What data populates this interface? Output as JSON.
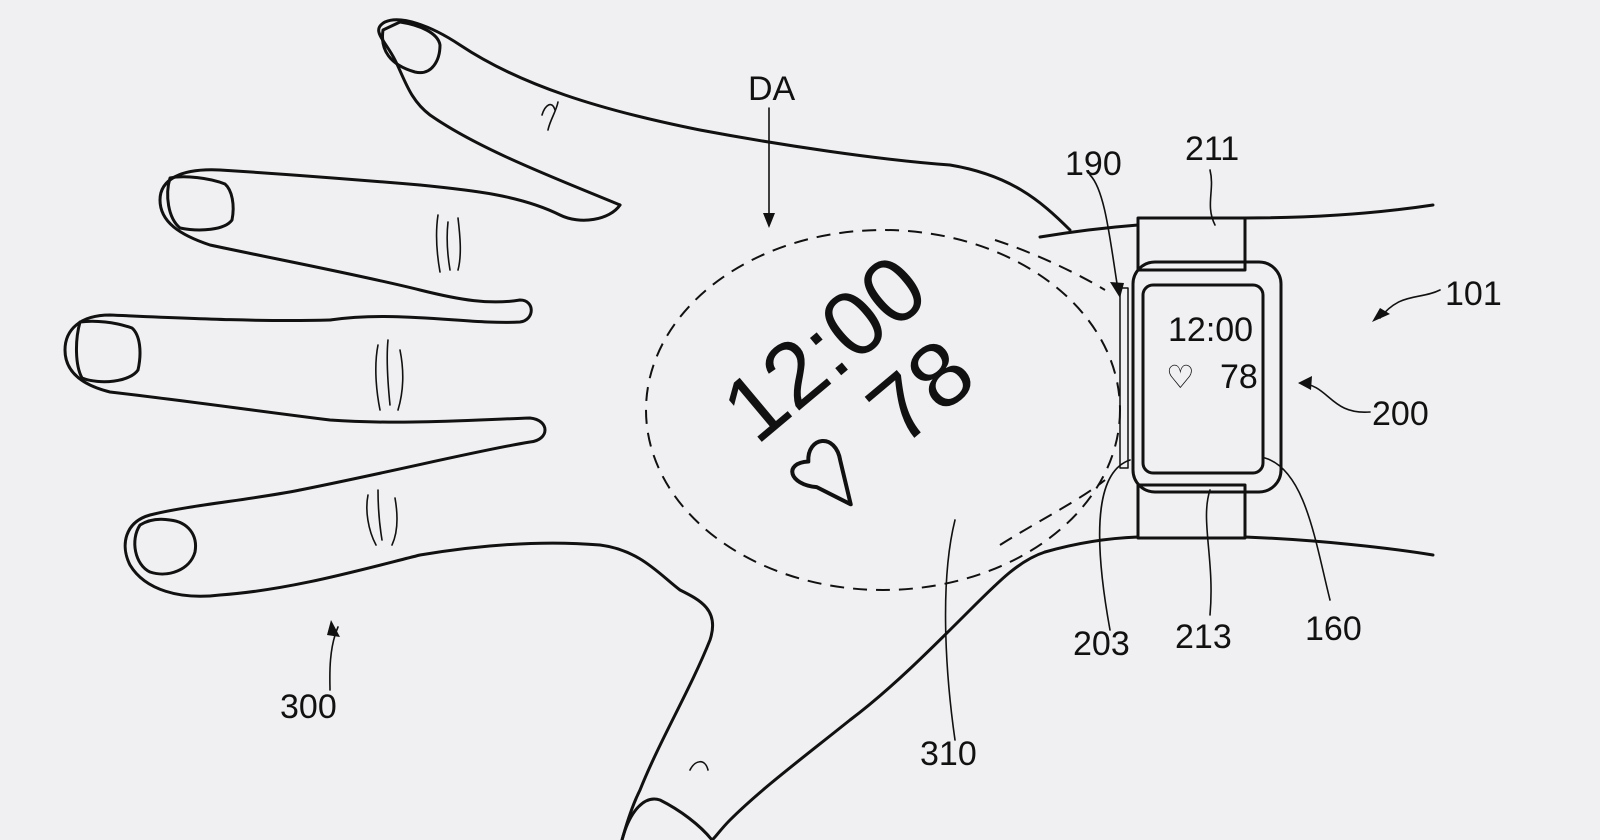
{
  "figure": {
    "background": "#f0f0f2",
    "ink": "#111111",
    "labels": {
      "display_area": "DA",
      "projector": "190",
      "upper_strap": "211",
      "device": "101",
      "body": "200",
      "side_window": "203",
      "lower_strap": "213",
      "watch_display": "160",
      "hand": "300",
      "projected_image": "310"
    },
    "watch_screen": {
      "time": "12:00",
      "heart_icon": "heart-icon",
      "heart_rate": "78"
    },
    "projected_screen": {
      "time": "12:00",
      "heart_icon": "heart-icon",
      "heart_rate": "78"
    }
  }
}
